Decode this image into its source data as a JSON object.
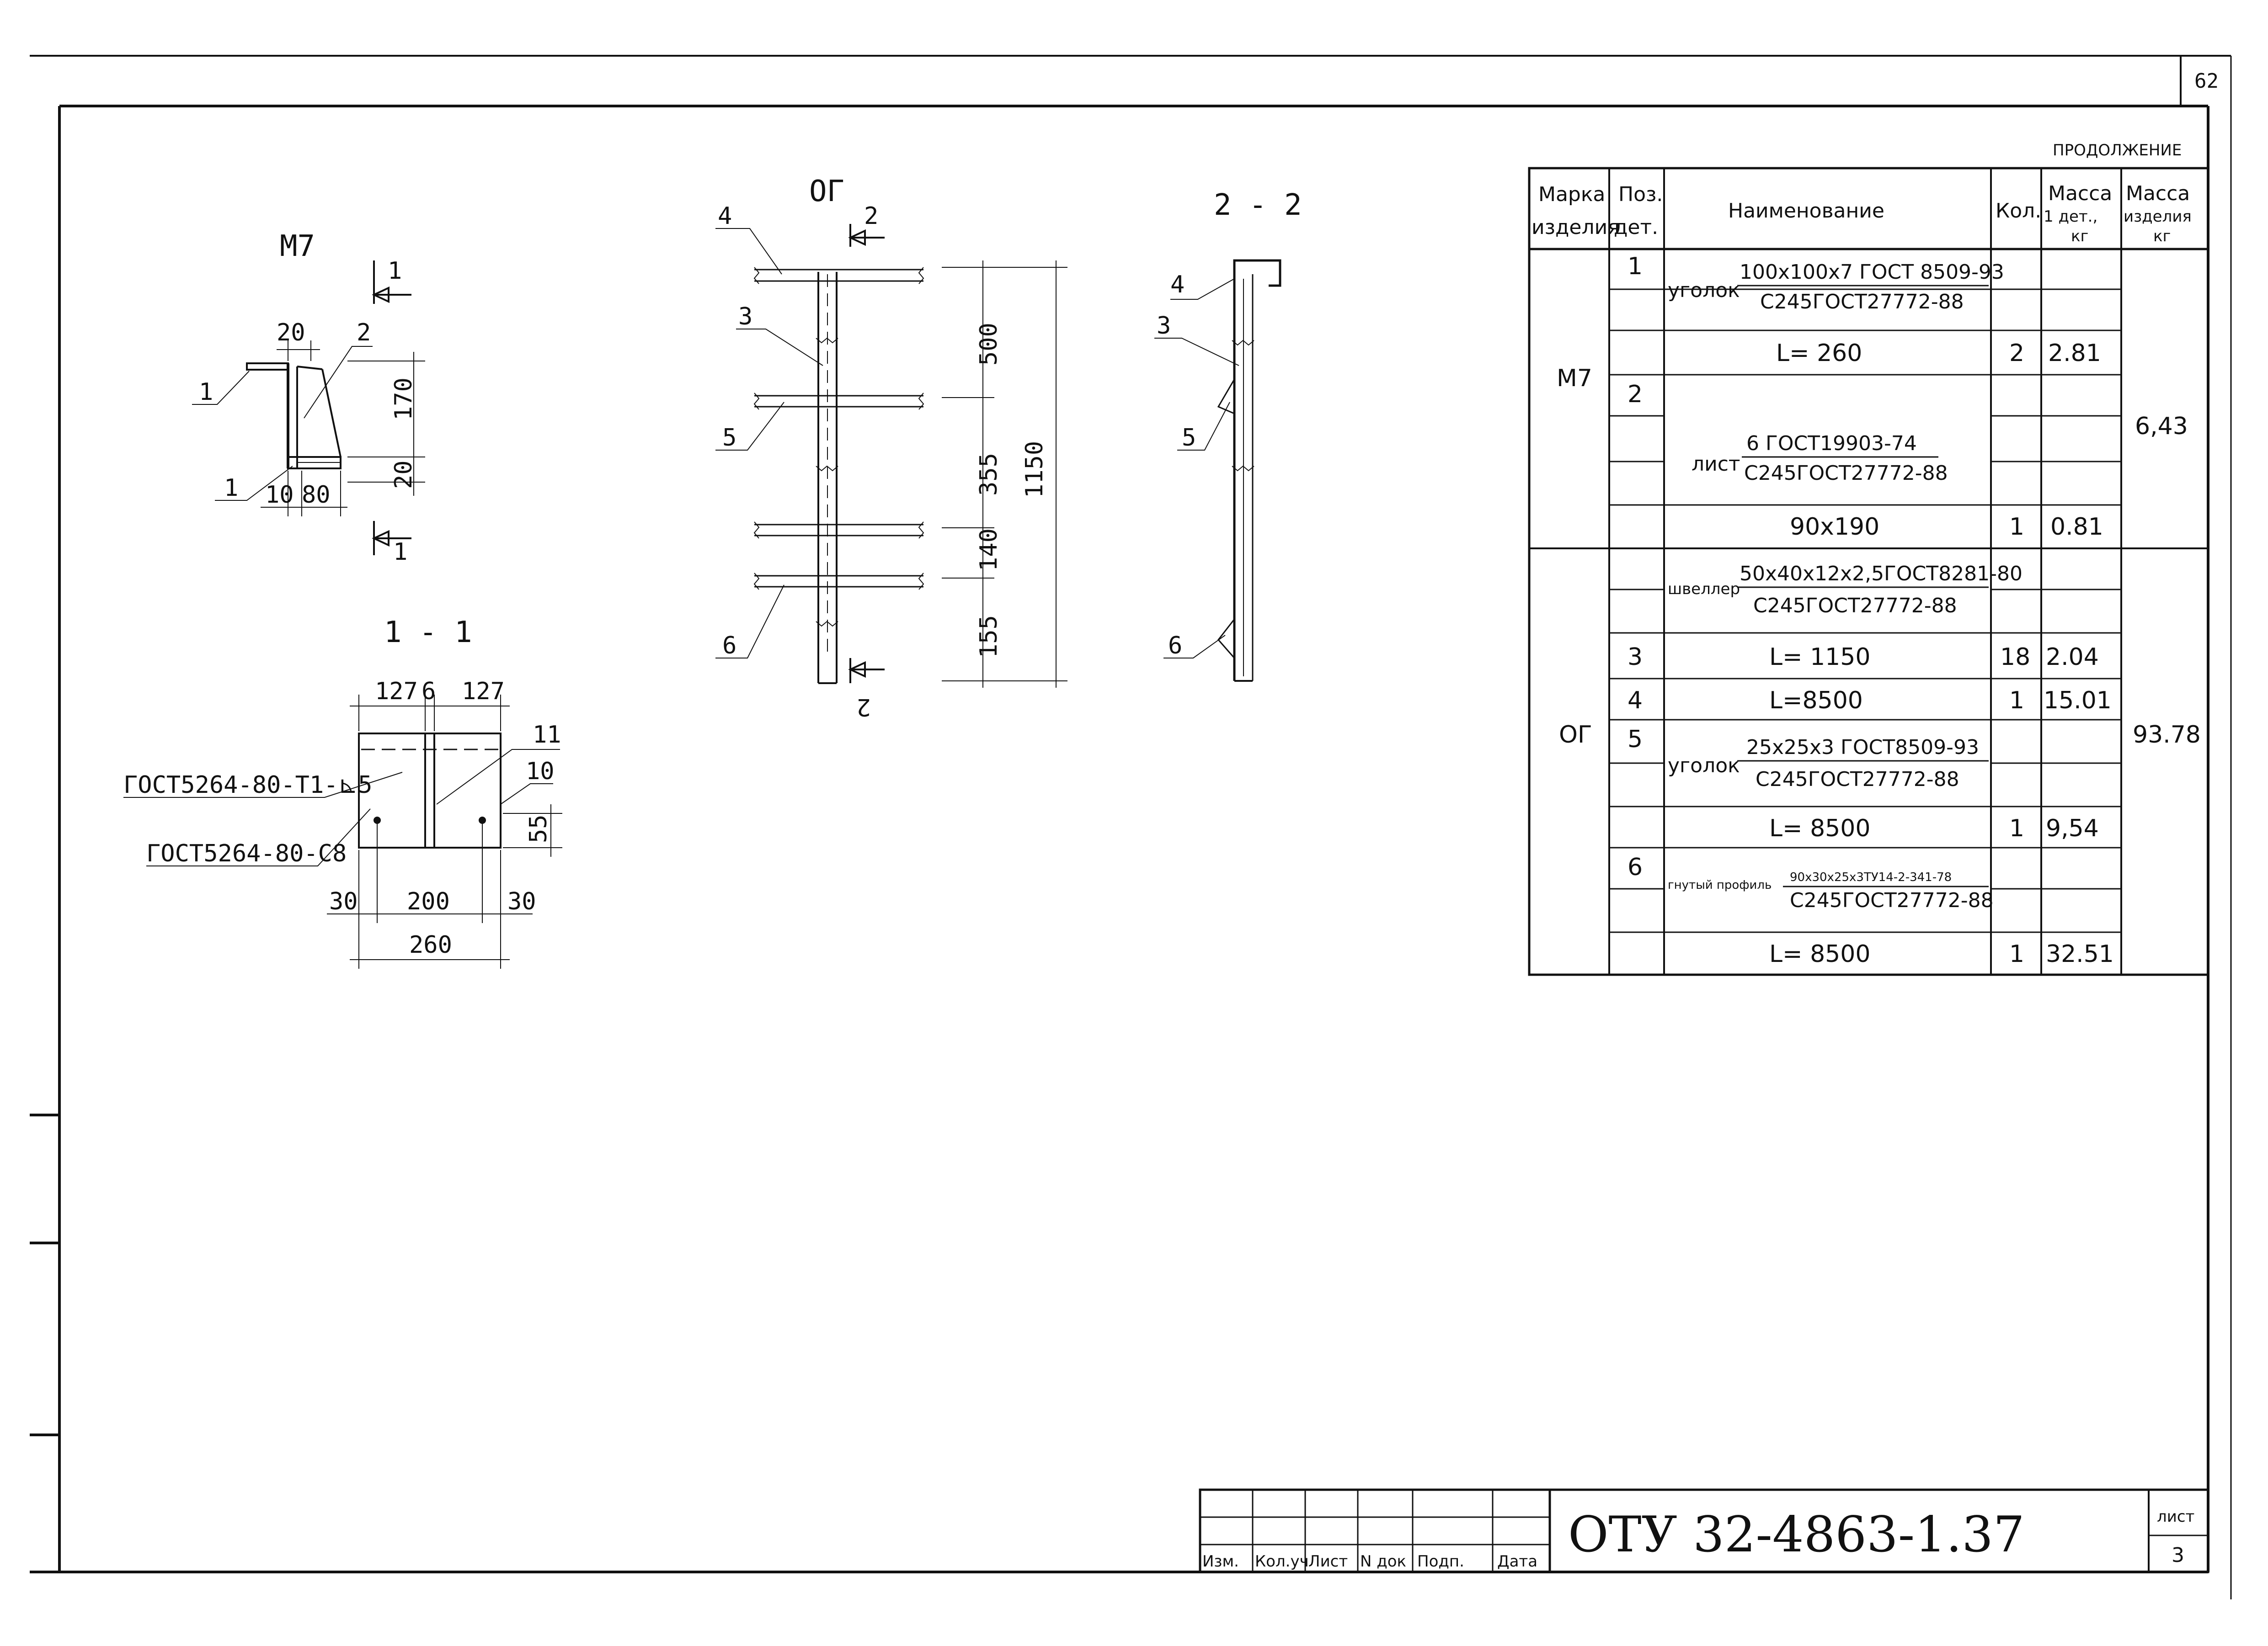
{
  "page_number": "62",
  "continuation_label": "ПРОДОЛЖЕНИЕ",
  "views": {
    "m7": {
      "title": "М7",
      "section_mark": "1",
      "pos_labels": [
        "1",
        "2",
        "1"
      ],
      "dims": [
        "20",
        "170",
        "20",
        "10",
        "80"
      ]
    },
    "og": {
      "title": "ОГ",
      "section_mark": "2",
      "pos_labels": [
        "4",
        "3",
        "5",
        "6"
      ],
      "dims": [
        "500",
        "355",
        "140",
        "155",
        "1150"
      ]
    },
    "section22": {
      "title": "2 - 2",
      "pos_labels": [
        "4",
        "3",
        "5",
        "6"
      ]
    },
    "section11": {
      "title": "1 - 1",
      "pos_labels": [
        "11",
        "10"
      ],
      "weld_labels": [
        "ГОСТ5264-80-Т1-⊾5",
        "ГОСТ5264-80-С8"
      ],
      "dims": [
        "127",
        "6",
        "127",
        "55",
        "30",
        "200",
        "30",
        "260"
      ]
    }
  },
  "spec_table": {
    "headers": {
      "mark": [
        "Марка",
        "изделия"
      ],
      "pos": [
        "Поз.",
        "дет."
      ],
      "name": "Наименование",
      "qty": "Кол.",
      "mass1": [
        "Масса",
        "1 дет.,",
        "кг"
      ],
      "mass_total": [
        "Масса",
        "изделия",
        "кг"
      ]
    },
    "groups": [
      {
        "mark": "М7",
        "mass_total": "6,43",
        "items": [
          {
            "pos": "1",
            "prefix": "уголок",
            "num": "100х100х7 ГОСТ 8509-93",
            "den": "С245ГОСТ27772-88",
            "size": "L= 260",
            "qty": "2",
            "mass": "2.81"
          },
          {
            "pos": "2",
            "prefix": "лист",
            "num": "6 ГОСТ19903-74",
            "den": "С245ГОСТ27772-88",
            "size": "90х190",
            "qty": "1",
            "mass": "0.81"
          }
        ]
      },
      {
        "mark": "ОГ",
        "mass_total": "93.78",
        "items": [
          {
            "pos": "",
            "prefix": "швеллер",
            "num": "50х40х12х2,5ГОСТ8281-80",
            "den": "С245ГОСТ27772-88"
          },
          {
            "pos": "3",
            "size": "L= 1150",
            "qty": "18",
            "mass": "2.04"
          },
          {
            "pos": "4",
            "size": "L=8500",
            "qty": "1",
            "mass": "15.01"
          },
          {
            "pos": "5",
            "prefix": "уголок",
            "num": "25х25х3 ГОСТ8509-93",
            "den": "С245ГОСТ27772-88",
            "size": "L= 8500",
            "qty": "1",
            "mass": "9,54"
          },
          {
            "pos": "6",
            "prefix": "гнутый профиль",
            "num": "90х30х25х3ТУ14-2-341-78",
            "den": "С245ГОСТ27772-88",
            "size": "L= 8500",
            "qty": "1",
            "mass": "32.51"
          }
        ]
      }
    ]
  },
  "title_block": {
    "columns": [
      "Изм.",
      "Кол.уч",
      "Лист",
      "N док",
      "Подп.",
      "Дата"
    ],
    "document_code": "ОТУ 32-4863-1.37",
    "sheet_label": "лист",
    "sheet_number": "3"
  }
}
